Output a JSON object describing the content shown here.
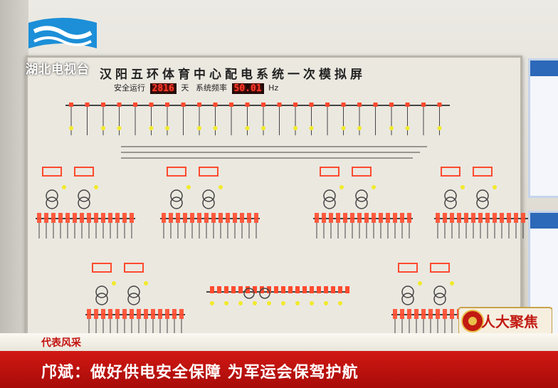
{
  "channel_logo": {
    "text": "湖北电视台"
  },
  "board": {
    "title": "汉阳五环体育中心配电系统一次模拟屏",
    "safety_label": "安全运行",
    "safety_value": "2816",
    "safety_unit": "天",
    "freq_label": "系统频率",
    "freq_value": "50.01",
    "freq_unit": "Hz"
  },
  "program_badge": {
    "text": "人大聚焦"
  },
  "lower_third": {
    "tag": "代表风采",
    "headline": "邝斌：做好供电安全保障  为军运会保驾护航"
  },
  "colors": {
    "headline_red": "#c3120e",
    "led_red": "#ff3a2a",
    "olympic_blue": "#2c69b8"
  }
}
